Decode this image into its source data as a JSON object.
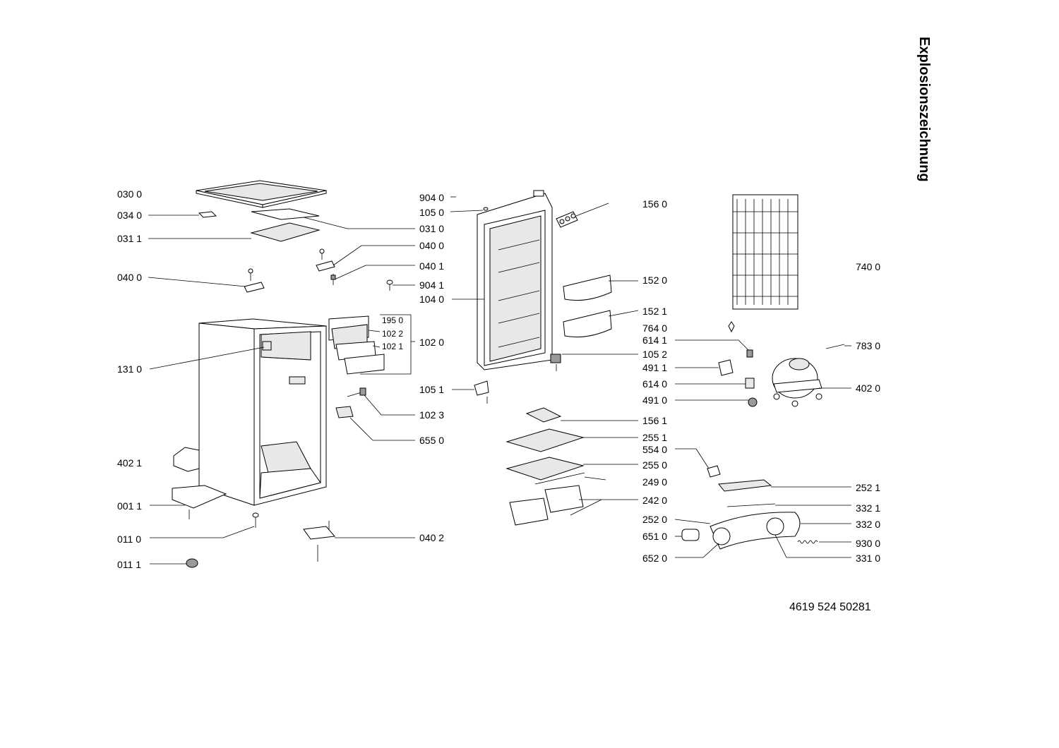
{
  "title": "Explosionszeichnung",
  "document_number": "4619 524 50281",
  "labels_left": [
    "030 0",
    "034 0",
    "031 1",
    "040 0",
    "131 0",
    "402 1",
    "001 1",
    "011 0",
    "011 1"
  ],
  "labels_center": [
    "031 0",
    "040 0",
    "040 1",
    "904 1",
    "195 0",
    "102 2",
    "102 1",
    "102 0",
    "102 3",
    "655 0",
    "040 2"
  ],
  "labels_door": [
    "904 0",
    "105 0",
    "104 0",
    "105 1"
  ],
  "labels_mid_right": [
    "156 0",
    "152 0",
    "152 1",
    "764 0",
    "614 1",
    "105 2",
    "491 1",
    "614 0",
    "491 0",
    "156 1",
    "255 1",
    "554 0",
    "255 0",
    "249 0",
    "242 0",
    "252 0",
    "651 0",
    "652 0"
  ],
  "labels_far_right": [
    "740 0",
    "783 0",
    "402 0",
    "252 1",
    "332 1",
    "332 0",
    "930 0",
    "331 0"
  ]
}
